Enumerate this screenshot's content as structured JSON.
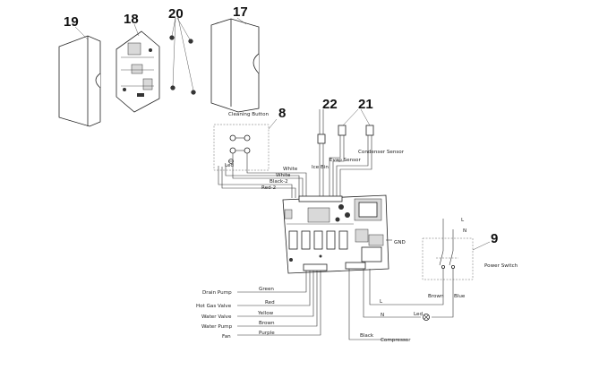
{
  "callouts": {
    "n19": "19",
    "n18": "18",
    "n20": "20",
    "n17": "17",
    "n8": "8",
    "n22": "22",
    "n21": "21",
    "n9": "9"
  },
  "labels": {
    "cleaning_button": "Cleaning Button",
    "led_left": "Led",
    "evap_sensor": "Evap Sensor",
    "condenser_sensor": "Condenser Sensor",
    "ice_bin": "Ice Bin",
    "white1": "White",
    "white2": "White",
    "black2": "Black-2",
    "red2": "Red-2",
    "gnd": "GND",
    "power_switch": "Power Switch",
    "L_top": "L",
    "N_top": "N",
    "L_bottom": "L",
    "N_bottom": "N",
    "brown_right": "Brown",
    "blue_right": "Blue",
    "led_right": "Led",
    "black_bottom": "Black",
    "compressor": "Compressor"
  },
  "loads": [
    {
      "name": "Drain Pump",
      "color": "Green"
    },
    {
      "name": "Hot Gas Valve",
      "color": "Red"
    },
    {
      "name": "Water Valve",
      "color": "Yellow"
    },
    {
      "name": "Water Pump",
      "color": "Brown"
    },
    {
      "name": "Fan",
      "color": "Purple"
    }
  ]
}
